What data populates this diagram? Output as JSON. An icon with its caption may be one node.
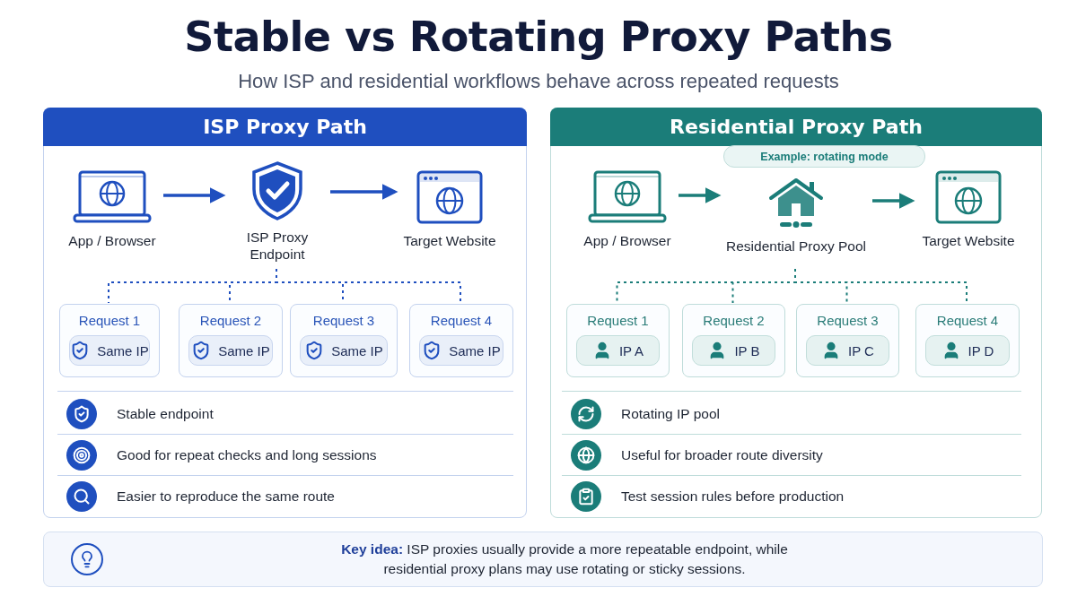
{
  "diagram": {
    "title": "Stable vs Rotating Proxy Paths",
    "caption": "How ISP and residential workflows behave across repeated requests",
    "nodes": [
      {
        "text": [
          "ISP Proxy Path"
        ]
      },
      {
        "text": [
          "App / Browser"
        ],
        "in": 0
      },
      {
        "text": [
          "ISP Proxy Endpoint"
        ],
        "in": 0
      },
      {
        "text": [
          "Target Website"
        ],
        "in": 0
      },
      {
        "text": [
          "Request 1",
          "Same IP"
        ],
        "in": 0
      },
      {
        "text": [
          "Request 2",
          "Same IP"
        ],
        "in": 0
      },
      {
        "text": [
          "Request 3",
          "Same IP"
        ],
        "in": 0
      },
      {
        "text": [
          "Request 4",
          "Same IP"
        ],
        "in": 0
      },
      {
        "text": [
          "Residential Proxy Path"
        ]
      },
      {
        "text": [
          "Example: rotating mode"
        ],
        "in": 8
      },
      {
        "text": [
          "App / Browser"
        ],
        "in": 8
      },
      {
        "text": [
          "Residential Proxy Pool"
        ],
        "in": 8
      },
      {
        "text": [
          "Target Website"
        ],
        "in": 8
      },
      {
        "text": [
          "Request 1",
          "IP A"
        ],
        "in": 8
      },
      {
        "text": [
          "Request 2",
          "IP B"
        ],
        "in": 8
      },
      {
        "text": [
          "Request 3",
          "IP C"
        ],
        "in": 8
      },
      {
        "text": [
          "Request 4",
          "IP D"
        ],
        "in": 8
      },
      {
        "text": [
          "**Key idea:** ISP proxies usually provide a more repeatable endpoint, while residential proxy plans may use rotating or sticky sessions."
        ]
      }
    ],
    "edges": [
      {
        "from": 1,
        "to": 2,
        "arrow": "to",
        "color": "#1f4fbf"
      },
      {
        "from": 2,
        "to": 3,
        "arrow": "to",
        "color": "#1f4fbf"
      },
      {
        "from": 2,
        "to": 4,
        "arrow": "none",
        "style": "dashed",
        "color": "#1f4fbf"
      },
      {
        "from": 2,
        "to": 5,
        "arrow": "none",
        "style": "dashed",
        "color": "#1f4fbf"
      },
      {
        "from": 2,
        "to": 6,
        "arrow": "none",
        "style": "dashed",
        "color": "#1f4fbf"
      },
      {
        "from": 2,
        "to": 7,
        "arrow": "none",
        "style": "dashed",
        "color": "#1f4fbf"
      },
      {
        "from": 10,
        "to": 11,
        "arrow": "to",
        "color": "#1b7d79"
      },
      {
        "from": 11,
        "to": 12,
        "arrow": "to",
        "color": "#1b7d79"
      },
      {
        "from": 11,
        "to": 13,
        "arrow": "none",
        "style": "dashed",
        "color": "#1b7d79"
      },
      {
        "from": 11,
        "to": 14,
        "arrow": "none",
        "style": "dashed",
        "color": "#1b7d79"
      },
      {
        "from": 11,
        "to": 15,
        "arrow": "none",
        "style": "dashed",
        "color": "#1b7d79"
      },
      {
        "from": 11,
        "to": 16,
        "arrow": "none",
        "style": "dashed",
        "color": "#1b7d79"
      }
    ],
    "labels": [
      "Stable endpoint",
      "Good for repeat checks and long sessions",
      "Easier to reproduce the same route",
      "Rotating IP pool",
      "Useful for broader route diversity",
      "Test session rules before production"
    ]
  }
}
